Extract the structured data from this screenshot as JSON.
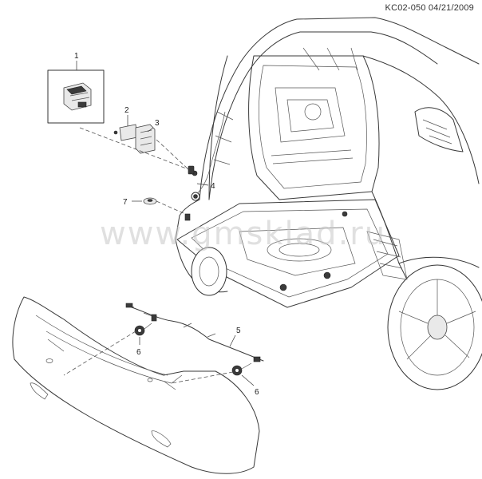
{
  "header": {
    "doc_id": "KC02-050 04/21/2009"
  },
  "watermark": {
    "text": "www.gmsklad.ru"
  },
  "callouts": [
    "1",
    "2",
    "3",
    "4",
    "5",
    "6",
    "6",
    "7"
  ]
}
